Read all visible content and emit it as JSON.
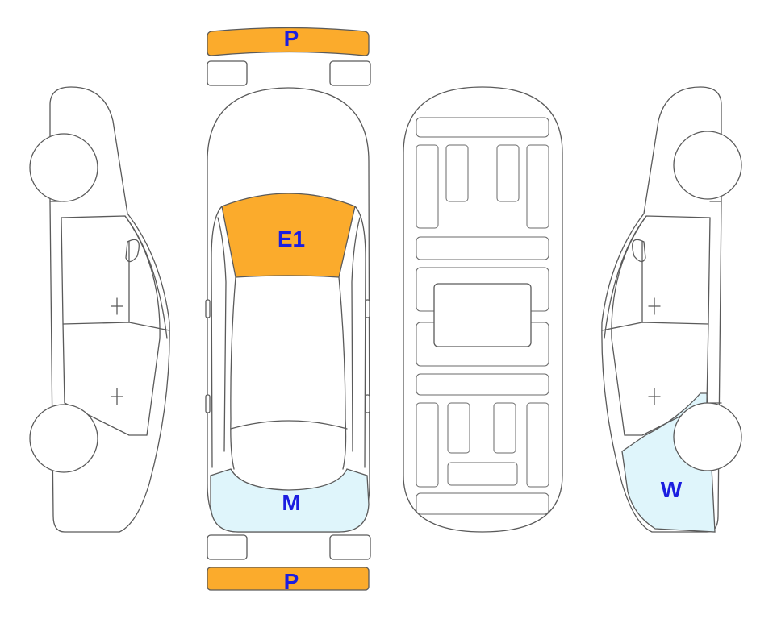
{
  "colors": {
    "orange": "#fbab2c",
    "light_blue": "#dff5fb",
    "label": "#1b1ee0",
    "outline": "#5a5a5a"
  },
  "zones": {
    "front_bumper": {
      "label": "P",
      "color": "orange"
    },
    "windshield": {
      "label": "E1",
      "color": "orange"
    },
    "rear_section": {
      "label": "M",
      "color": "light_blue"
    },
    "rear_bumper": {
      "label": "P",
      "color": "orange"
    },
    "right_rear_quarter": {
      "label": "W",
      "color": "light_blue"
    }
  }
}
